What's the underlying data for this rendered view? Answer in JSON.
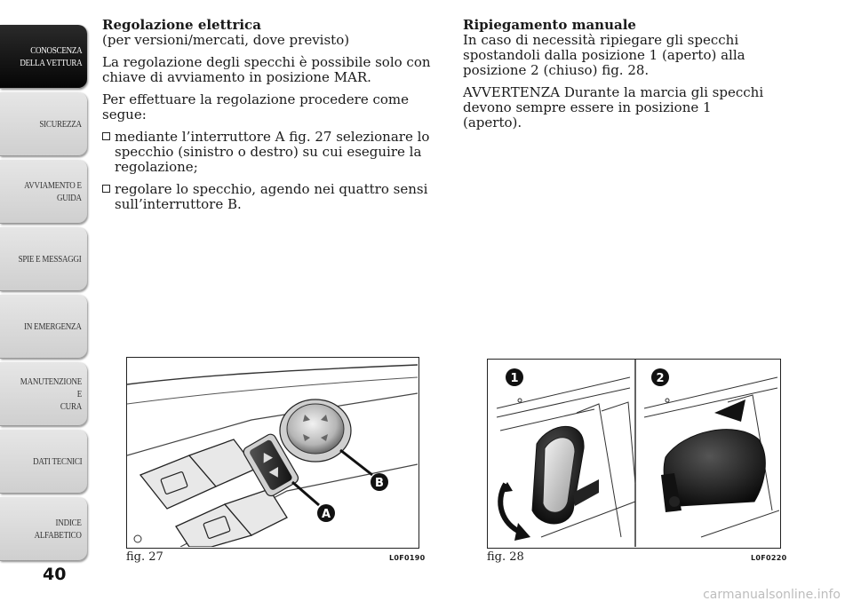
{
  "sidebar": {
    "tabs": [
      {
        "label": "CONOSCENZA\nDELLA VETTURA",
        "active": true
      },
      {
        "label": "SICUREZZA",
        "active": false
      },
      {
        "label": "AVVIAMENTO E\nGUIDA",
        "active": false
      },
      {
        "label": "SPIE E MESSAGGI",
        "active": false
      },
      {
        "label": "IN EMERGENZA",
        "active": false
      },
      {
        "label": "MANUTENZIONE E\nCURA",
        "active": false
      },
      {
        "label": "DATI TECNICI",
        "active": false
      },
      {
        "label": "INDICE\nALFABETICO",
        "active": false
      }
    ]
  },
  "page_number": "40",
  "left_column": {
    "heading": "Regolazione elettrica",
    "subheading": "(per versioni/mercati, dove previsto)",
    "para1": "La regolazione degli specchi è possibile solo con chiave di avviamento in posizione MAR.",
    "para2": "Per effettuare la regolazione procedere come segue:",
    "bullets": [
      "mediante l’interruttore A fig. 27 selezionare lo specchio (sinistro o destro) su cui eseguire la regolazione;",
      "regolare lo specchio, agendo nei quattro sensi sull’interruttore B."
    ]
  },
  "right_column": {
    "heading": "Ripiegamento manuale",
    "para1": "In caso di necessità ripiegare gli specchi spostandoli dalla posizione 1 (aperto) alla posizione 2 (chiuso) fig. 28.",
    "para2": "AVVERTENZA Durante la marcia gli specchi devono sempre essere in posizione 1 (aperto)."
  },
  "figures": [
    {
      "caption": "fig. 27",
      "code": "L0F0190",
      "labels": [
        "A",
        "B"
      ]
    },
    {
      "caption": "fig. 28",
      "code": "L0F0220",
      "labels": [
        "1",
        "2"
      ]
    }
  ],
  "watermark": "carmanualsonline.info"
}
